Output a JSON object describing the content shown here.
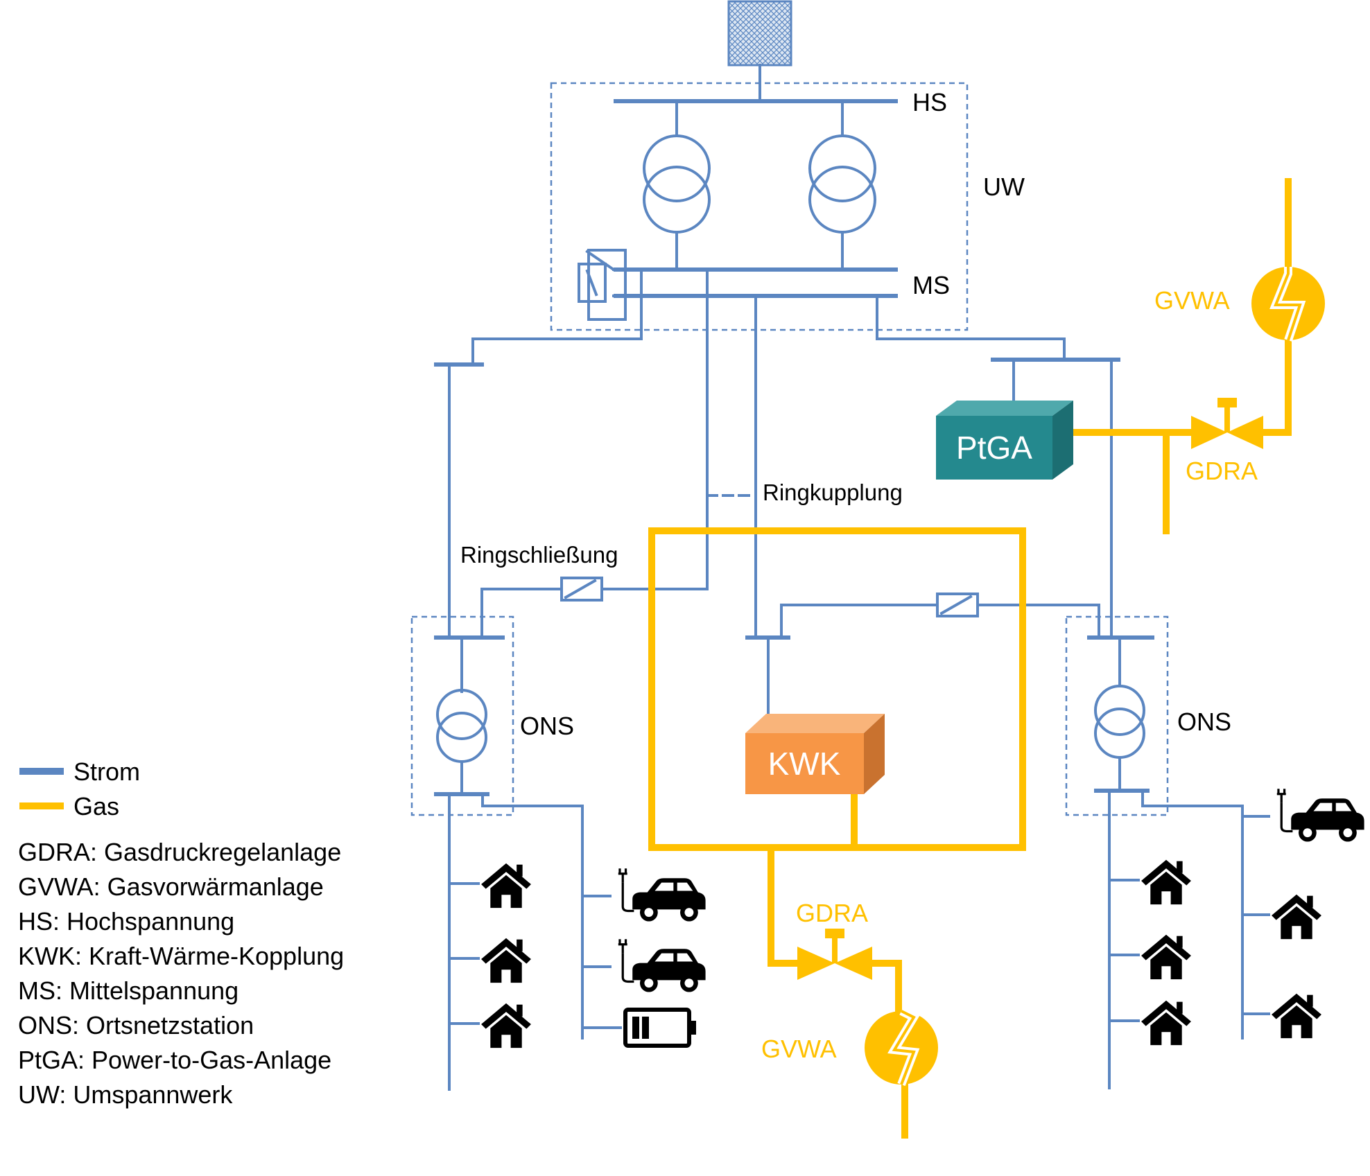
{
  "colors": {
    "strom": "#5B86C1",
    "gas": "#FFC000",
    "ptga_front": "#24898E",
    "ptga_top": "#4FA9AC",
    "ptga_side": "#1C6E72",
    "kwk_front": "#F79646",
    "kwk_top": "#F9B47A",
    "kwk_side": "#C9722F",
    "icon": "#000000"
  },
  "labels": {
    "hs": "HS",
    "ms": "MS",
    "uw": "UW",
    "ons_left": "ONS",
    "ons_right": "ONS",
    "ringkupplung": "Ringkupplung",
    "ringschliessung": "Ringschließung",
    "ptga": "PtGA",
    "kwk": "KWK",
    "gvwa_top": "GVWA",
    "gdra_top": "GDRA",
    "gdra_bottom": "GDRA",
    "gvwa_bottom": "GVWA"
  },
  "legend": {
    "items": [
      {
        "label": "Strom",
        "color": "#5B86C1"
      },
      {
        "label": "Gas",
        "color": "#FFC000"
      }
    ],
    "abbreviations": [
      "GDRA: Gasdruckregelanlage",
      "GVWA: Gasvorwärmanlage",
      "HS: Hochspannung",
      "KWK: Kraft-Wärme-Kopplung",
      "MS: Mittelspannung",
      "ONS: Ortsnetzstation",
      "PtGA: Power-to-Gas-Anlage",
      "UW: Umspannwerk"
    ]
  },
  "icons": {
    "grid_connection": "external-grid-icon",
    "house": "house-icon",
    "ev": "electric-car-icon",
    "battery": "battery-icon",
    "transformer": "transformer-icon",
    "switch": "switch-icon",
    "valve": "valve-icon",
    "heater": "gas-preheater-icon"
  }
}
